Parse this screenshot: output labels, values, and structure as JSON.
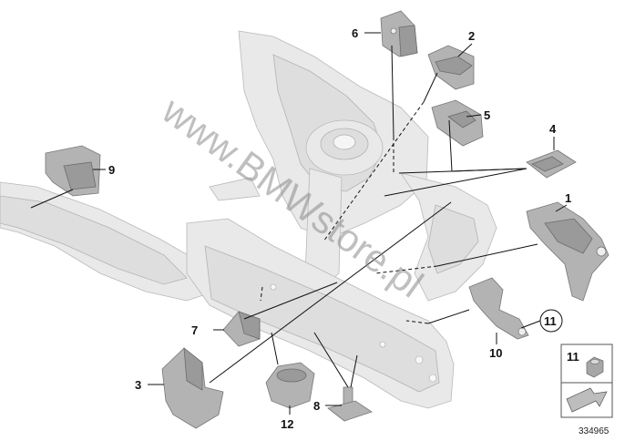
{
  "callouts": [
    {
      "id": "1",
      "label": "1"
    },
    {
      "id": "2",
      "label": "2"
    },
    {
      "id": "3",
      "label": "3"
    },
    {
      "id": "4",
      "label": "4"
    },
    {
      "id": "5",
      "label": "5"
    },
    {
      "id": "6",
      "label": "6"
    },
    {
      "id": "7",
      "label": "7"
    },
    {
      "id": "8",
      "label": "8"
    },
    {
      "id": "9",
      "label": "9"
    },
    {
      "id": "10",
      "label": "10"
    },
    {
      "id": "11",
      "label": "11"
    },
    {
      "id": "12",
      "label": "12"
    }
  ],
  "inset": {
    "part_number": "11"
  },
  "watermark": {
    "text": "www.BMWstore.pl"
  },
  "diagram_code": "334965"
}
